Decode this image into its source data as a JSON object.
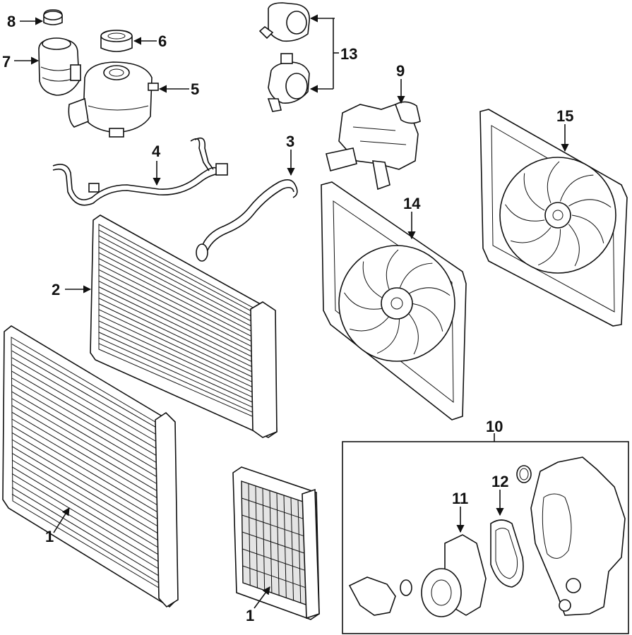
{
  "diagram": {
    "callouts": {
      "c1a": "1",
      "c1b": "1",
      "c2": "2",
      "c3": "3",
      "c4": "4",
      "c5": "5",
      "c6": "6",
      "c7": "7",
      "c8": "8",
      "c9": "9",
      "c10": "10",
      "c11": "11",
      "c12": "12",
      "c13": "13",
      "c14": "14",
      "c15": "15"
    }
  }
}
